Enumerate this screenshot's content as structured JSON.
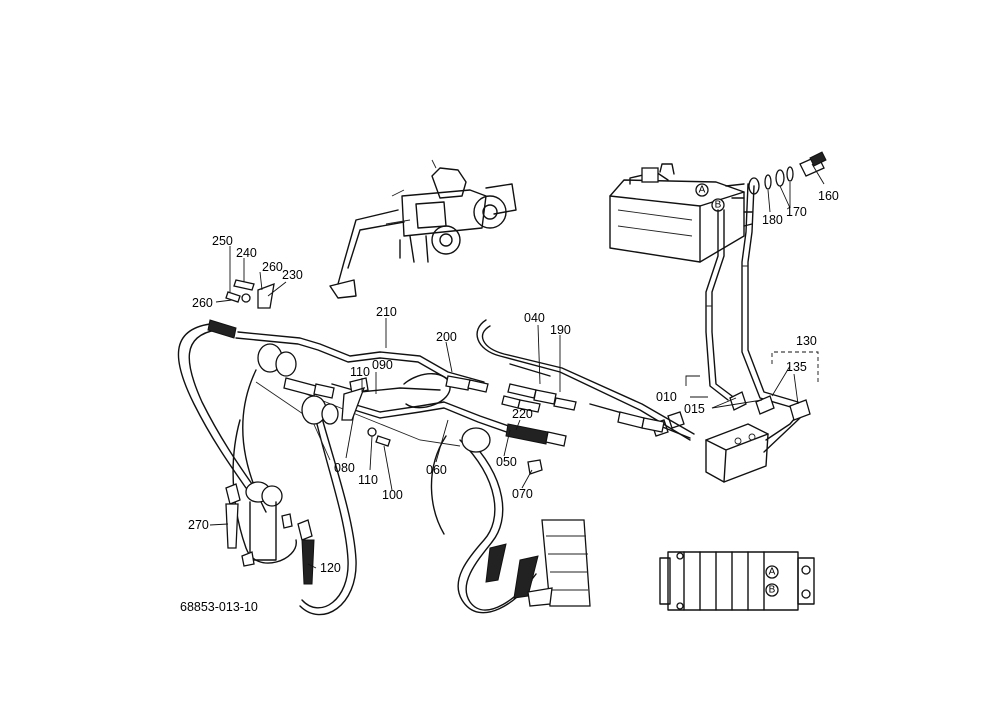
{
  "drawing_number": "68853-013-10",
  "markers": {
    "a": "A",
    "b": "B"
  },
  "part_labels": {
    "p010": "010",
    "p015": "015",
    "p040": "040",
    "p050": "050",
    "p060": "060",
    "p070": "070",
    "p080": "080",
    "p090": "090",
    "p100": "100",
    "p110a": "110",
    "p110b": "110",
    "p120": "120",
    "p130": "130",
    "p135": "135",
    "p160": "160",
    "p170": "170",
    "p180": "180",
    "p190": "190",
    "p200": "200",
    "p210": "210",
    "p220": "220",
    "p230": "230",
    "p240": "240",
    "p250": "250",
    "p260a": "260",
    "p260b": "260",
    "p270": "270"
  }
}
